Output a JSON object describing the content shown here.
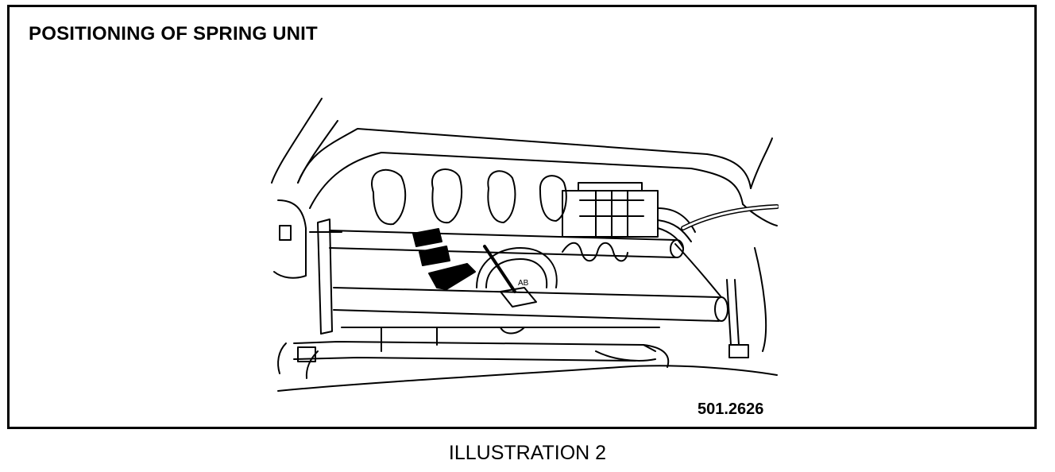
{
  "figure": {
    "title": "POSITIONING OF SPRING UNIT",
    "reference_number": "501.2626",
    "caption": "ILLUSTRATION 2",
    "part_marking": "AB"
  }
}
